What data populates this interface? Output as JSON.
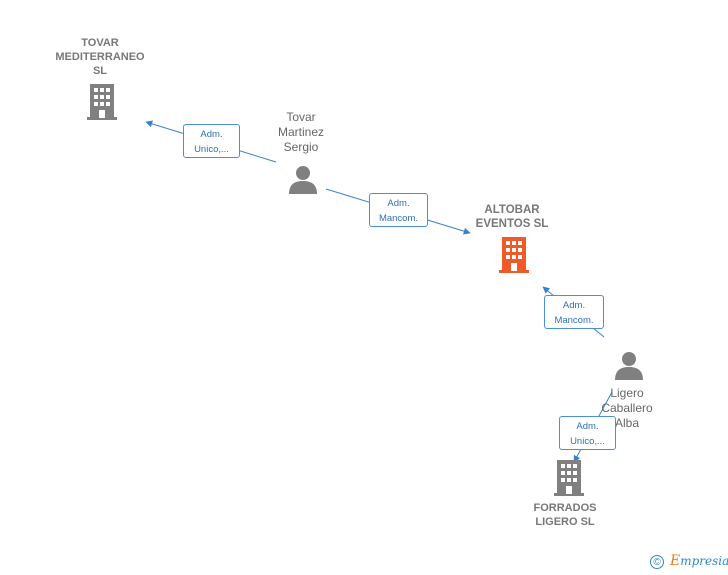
{
  "nodes": {
    "tovar_mediterraneo": {
      "line1": "TOVAR",
      "line2": "MEDITERRANEO",
      "line3": "SL"
    },
    "tovar_martinez": {
      "line1": "Tovar",
      "line2": "Martinez",
      "line3": "Sergio"
    },
    "altobar": {
      "line1": "ALTOBAR",
      "line2": "EVENTOS  SL"
    },
    "ligero_caballero": {
      "line1": "Ligero",
      "line2": "Caballero",
      "line3": "Alba"
    },
    "forrados": {
      "line1": "FORRADOS",
      "line2": "LIGERO  SL"
    }
  },
  "roles": {
    "role1": {
      "line1": "Adm.",
      "line2": "Unico,..."
    },
    "role2": {
      "line1": "Adm.",
      "line2": "Mancom."
    },
    "role3": {
      "line1": "Adm.",
      "line2": "Mancom."
    },
    "role4": {
      "line1": "Adm.",
      "line2": "Unico,..."
    }
  },
  "colors": {
    "company": "#808080",
    "focus_company": "#f05a28",
    "person": "#808080",
    "edge": "#3a7fd0"
  },
  "icons": {
    "company": "building-icon",
    "person": "person-icon"
  },
  "brand": {
    "copyright": "©",
    "initial": "E",
    "name": "mpresia"
  }
}
